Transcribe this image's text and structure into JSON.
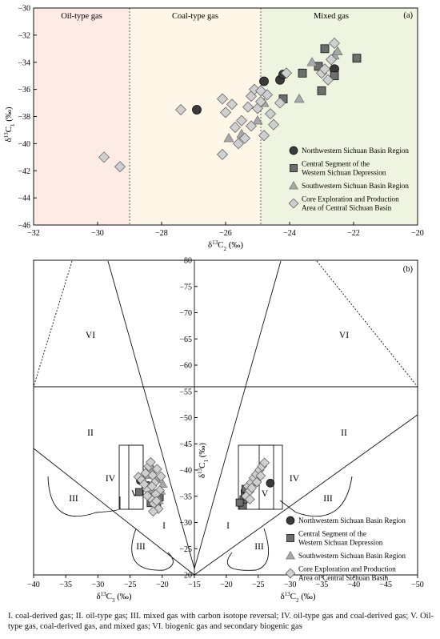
{
  "caption": "I. coal-derived gas; II. oil-type gas; III. mixed gas with carbon isotope reversal; IV. oil-type gas and coal-derived gas; V. Oil-type gas, coal-derived gas, and mixed gas; VI. biogenic gas and secondary biogenic gas",
  "colors": {
    "oil_band": "#fdece6",
    "coal_band": "#fef6e6",
    "mixed_band": "#eef4df",
    "nw_marker": "#3a3a3a",
    "central_marker": "#6e6e6e",
    "sw_marker": "#a8a8a8",
    "core_marker": "#cfcfcf"
  },
  "chart_data": [
    {
      "type": "scatter",
      "panel_label": "(a)",
      "xlabel": "δ13C2 (‰)",
      "ylabel": "δ13C1 (‰)",
      "xlim": [
        -32,
        -20
      ],
      "ylim": [
        -46,
        -30
      ],
      "xticks": [
        -32,
        -30,
        -28,
        -26,
        -24,
        -22,
        -20
      ],
      "yticks": [
        -46,
        -44,
        -42,
        -40,
        -38,
        -36,
        -34,
        -32,
        -30
      ],
      "regions": [
        {
          "name": "Oil-type gas",
          "x_range": [
            -32,
            -29
          ]
        },
        {
          "name": "Coal-type gas",
          "x_range": [
            -29,
            -24.9
          ]
        },
        {
          "name": "Mixed gas",
          "x_range": [
            -24.9,
            -20
          ]
        }
      ],
      "legend_position": "bottom-right",
      "series": [
        {
          "name": "Northwestern Sichuan Basin Region",
          "marker": "circle",
          "x": [
            -26.9,
            -24.8,
            -24.3,
            -24.2,
            -22.6
          ],
          "y": [
            -37.5,
            -35.4,
            -35.3,
            -34.9,
            -34.5
          ]
        },
        {
          "name": "Central Segment of the Western Sichuan Depression",
          "marker": "square",
          "x": [
            -24.2,
            -23.6,
            -23.0,
            -22.9,
            -22.6,
            -21.9,
            -23.1
          ],
          "y": [
            -36.7,
            -34.8,
            -36.1,
            -33.0,
            -35.0,
            -33.7,
            -34.3
          ]
        },
        {
          "name": "Southwestern Sichuan Basin Region",
          "marker": "triangle",
          "x": [
            -25.0,
            -24.8,
            -23.7,
            -23.3,
            -22.6,
            -22.5,
            -25.9,
            -25.5
          ],
          "y": [
            -38.3,
            -37.0,
            -36.7,
            -34.0,
            -33.5,
            -33.2,
            -39.6,
            -39.3
          ]
        },
        {
          "name": "Core Exploration and Production Area of Central Sichuan Basin",
          "marker": "diamond",
          "x": [
            -29.8,
            -29.3,
            -27.4,
            -26.1,
            -26.0,
            -25.8,
            -25.6,
            -25.4,
            -25.3,
            -25.2,
            -25.1,
            -25.0,
            -24.9,
            -24.8,
            -24.7,
            -24.5,
            -24.3,
            -24.1,
            -23.0,
            -22.9,
            -22.8,
            -22.7,
            -22.6,
            -26.1,
            -25.7,
            -25.5,
            -25.2,
            -24.9,
            -24.6
          ],
          "y": [
            -41.0,
            -41.7,
            -37.5,
            -40.8,
            -37.7,
            -37.1,
            -40.0,
            -39.6,
            -37.3,
            -36.5,
            -36.0,
            -37.4,
            -36.9,
            -39.4,
            -36.4,
            -38.6,
            -37.0,
            -34.8,
            -34.8,
            -34.5,
            -35.3,
            -33.8,
            -32.6,
            -36.7,
            -38.8,
            -38.3,
            -38.7,
            -36.1,
            -37.8
          ]
        }
      ]
    },
    {
      "type": "scatter",
      "panel_label": "(b)",
      "xlabel_left": "δ13C3 (‰)",
      "xlabel_right": "δ13C2 (‰)",
      "ylabel": "δ13C1 (‰)",
      "xticks": [
        -40,
        -35,
        -30,
        -25,
        -20,
        -15,
        -20,
        -25,
        -30,
        -35,
        -40,
        -45,
        -50
      ],
      "yticks": [
        -20,
        -25,
        -30,
        -35,
        -40,
        -45,
        -50,
        -55,
        -60,
        -65,
        -70,
        -75,
        -80
      ],
      "region_labels": [
        "I",
        "II",
        "III",
        "IV",
        "V",
        "VI"
      ],
      "legend_position": "bottom-right",
      "left_half": {
        "xlim": [
          -40,
          -15
        ],
        "ylim": [
          -20,
          -80
        ],
        "series": [
          {
            "name": "Northwestern Sichuan Basin Region",
            "marker": "circle",
            "x": [
              -23.4,
              -21.8,
              -21.6,
              -21.2,
              -20.6
            ],
            "y": [
              -38.0,
              -35.2,
              -34.0,
              -34.5,
              -35.0
            ]
          },
          {
            "name": "Central Segment of the Western Sichuan Depression",
            "marker": "square",
            "x": [
              -23.6,
              -22.6,
              -21.8,
              -20.8,
              -20.4,
              -21.4,
              -22.0
            ],
            "y": [
              -35.8,
              -37.1,
              -33.7,
              -33.3,
              -34.8,
              -35.5,
              -36.4
            ]
          },
          {
            "name": "Southwestern Sichuan Basin Region",
            "marker": "triangle",
            "x": [
              -21.0,
              -20.5,
              -21.6,
              -20.9,
              -20.2,
              -21.4,
              -22.3,
              -19.9
            ],
            "y": [
              -33.0,
              -34.2,
              -36.2,
              -38.2,
              -36.0,
              -40.1,
              -39.0,
              -37.3
            ]
          },
          {
            "name": "Core Exploration and Production Area of Central Sichuan Basin",
            "marker": "diamond",
            "x": [
              -23.7,
              -23.2,
              -22.6,
              -22.1,
              -21.8,
              -21.5,
              -21.2,
              -20.8,
              -20.4,
              -22.4,
              -21.9,
              -21.3,
              -20.6,
              -22.8,
              -21.0,
              -20.2,
              -21.6,
              -22.3,
              -20.9,
              -21.4
            ],
            "y": [
              -38.7,
              -38.1,
              -39.4,
              -40.7,
              -41.5,
              -39.0,
              -37.6,
              -40.2,
              -36.1,
              -36.4,
              -34.7,
              -33.6,
              -32.6,
              -37.3,
              -35.4,
              -38.8,
              -36.9,
              -35.1,
              -34.1,
              -32.1
            ]
          }
        ]
      },
      "right_half": {
        "xlim": [
          -15,
          -50
        ],
        "ylim": [
          -20,
          -80
        ],
        "series": [
          {
            "name": "Northwestern Sichuan Basin Region",
            "marker": "circle",
            "x": [
              -26.9,
              -24.8,
              -24.3
            ],
            "y": [
              -37.5,
              -38.2,
              -38.0
            ]
          },
          {
            "name": "Central Segment of the Western Sichuan Depression",
            "marker": "square",
            "x": [
              -22.6,
              -22.7,
              -22.9,
              -23.0,
              -23.2,
              -22.1
            ],
            "y": [
              -33.2,
              -34.4,
              -35.6,
              -36.4,
              -34.9,
              -33.8
            ]
          },
          {
            "name": "Southwestern Sichuan Basin Region",
            "marker": "triangle",
            "x": [
              -24.2,
              -23.8,
              -24.6,
              -25.1
            ],
            "y": [
              -38.4,
              -37.0,
              -37.6,
              -39.0
            ]
          },
          {
            "name": "Core Exploration and Production Area of Central Sichuan Basin",
            "marker": "diamond",
            "x": [
              -23.4,
              -23.9,
              -24.3,
              -24.7,
              -25.2,
              -25.6,
              -26.0,
              -23.6,
              -24.0,
              -24.8,
              -25.4,
              -23.1,
              -23.7
            ],
            "y": [
              -36.9,
              -37.6,
              -38.5,
              -39.2,
              -40.0,
              -40.7,
              -41.4,
              -35.9,
              -36.6,
              -37.7,
              -38.9,
              -35.0,
              -34.4
            ]
          }
        ]
      }
    }
  ]
}
